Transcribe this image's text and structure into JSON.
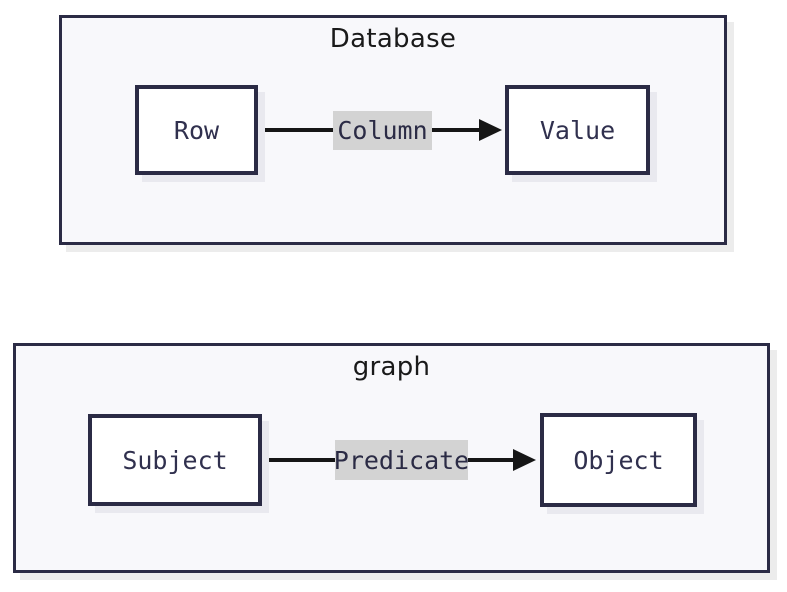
{
  "diagrams": [
    {
      "title": "Database",
      "source_label": "Row",
      "edge_label": "Column",
      "target_label": "Value",
      "arrow": "filled-right-arrowhead"
    },
    {
      "title": "graph",
      "source_label": "Subject",
      "edge_label": "Predicate",
      "target_label": "Object",
      "arrow": "filled-right-arrowhead"
    }
  ],
  "colors": {
    "cluster_fill": "#f8f8fb",
    "cluster_border": "#2b2b45",
    "node_fill": "#ffffff",
    "node_border": "#2b2b45",
    "node_text": "#30304e",
    "title_text": "#1a1a1a",
    "edge_line": "#161616",
    "edge_label_bg": "#d3d3d3",
    "edge_label_text": "#2b2b45",
    "shadow": "#ececec",
    "node_shadow": "#e9e9ef"
  }
}
